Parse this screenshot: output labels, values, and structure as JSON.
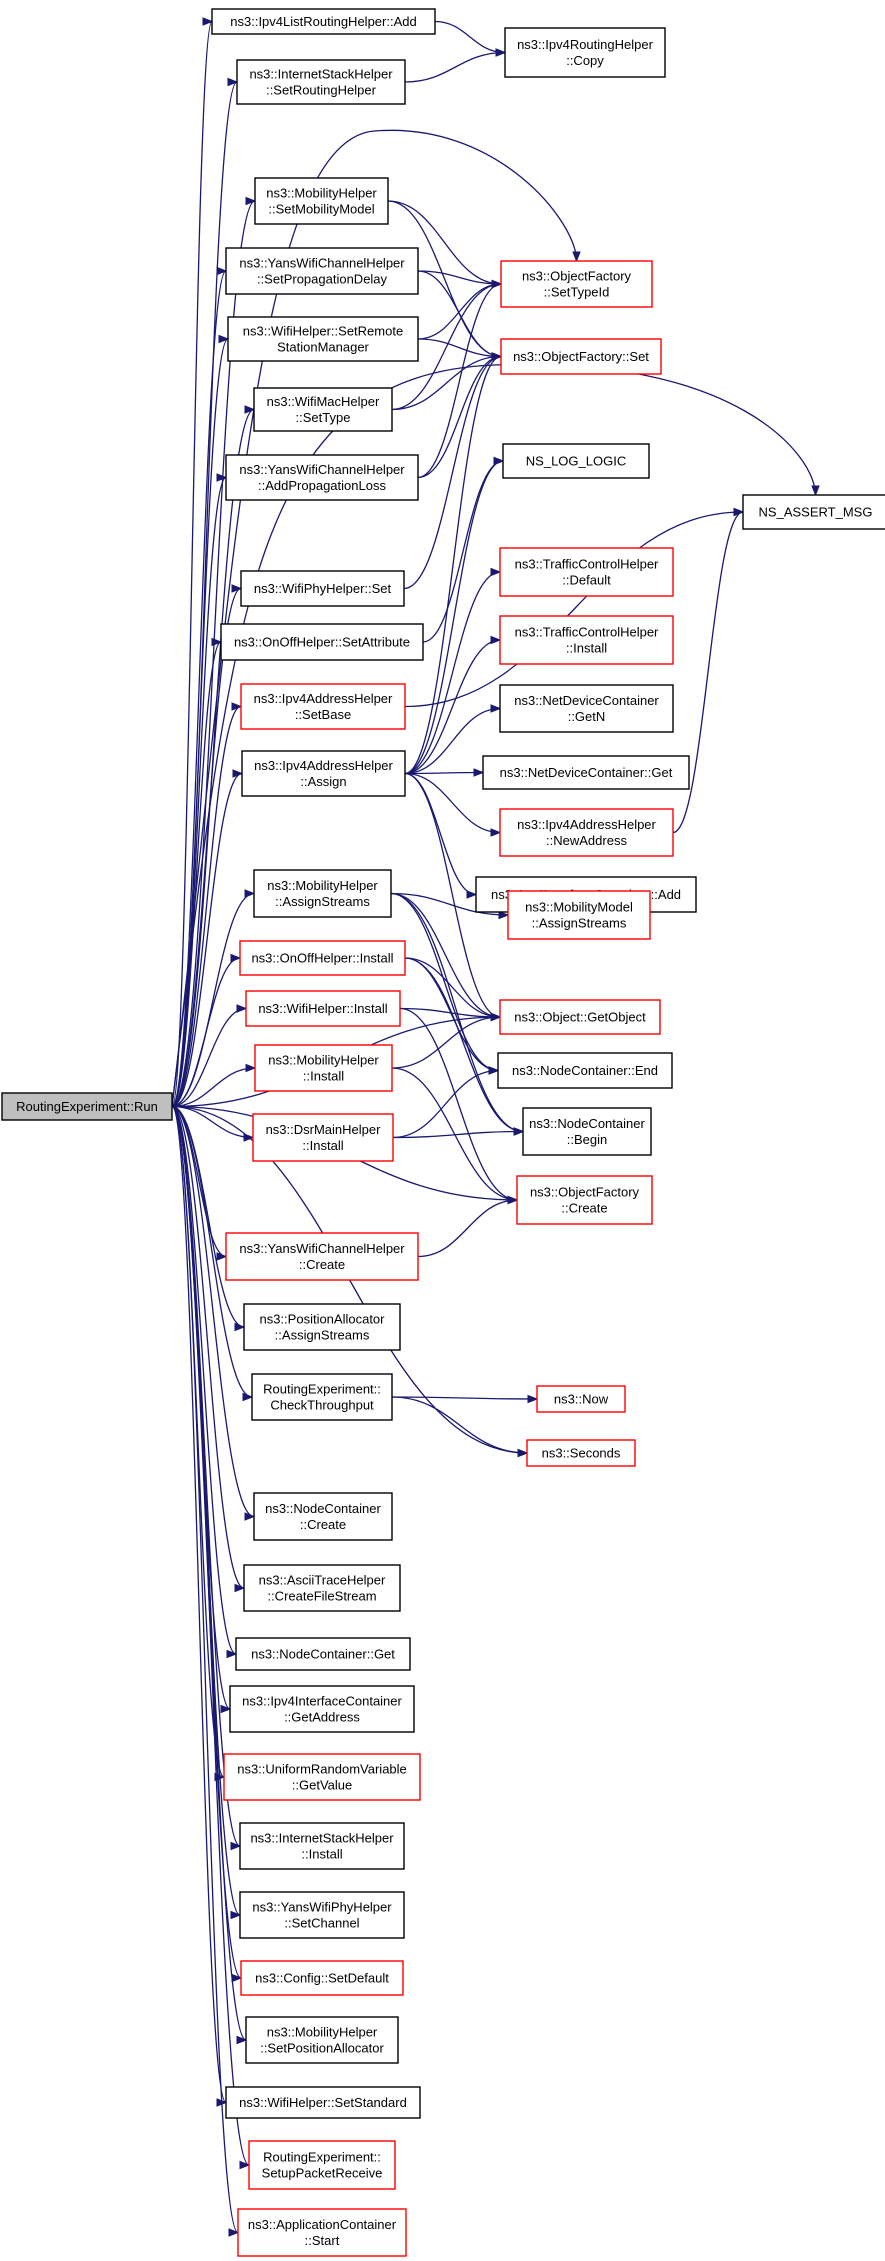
{
  "graph": {
    "colors": {
      "edge": "#191970",
      "default_border": "#000000",
      "red_border": "#ff0000",
      "root_fill": "#bfbfbf"
    },
    "nodes": [
      {
        "id": "run",
        "lines": [
          "RoutingExperiment::Run"
        ],
        "border": "root"
      },
      {
        "id": "ipv4list_add",
        "lines": [
          "ns3::Ipv4ListRoutingHelper::Add"
        ],
        "border": "black"
      },
      {
        "id": "ipv4routing_copy",
        "lines": [
          "ns3::Ipv4RoutingHelper",
          "::Copy"
        ],
        "border": "black"
      },
      {
        "id": "internetstack_setrouting",
        "lines": [
          "ns3::InternetStackHelper",
          "::SetRoutingHelper"
        ],
        "border": "black"
      },
      {
        "id": "mobility_setmodel",
        "lines": [
          "ns3::MobilityHelper",
          "::SetMobilityModel"
        ],
        "border": "black"
      },
      {
        "id": "objfactory_settypeid",
        "lines": [
          "ns3::ObjectFactory",
          "::SetTypeId"
        ],
        "border": "red"
      },
      {
        "id": "yanschannel_setprop",
        "lines": [
          "ns3::YansWifiChannelHelper",
          "::SetPropagationDelay"
        ],
        "border": "black"
      },
      {
        "id": "wifi_setremote",
        "lines": [
          "ns3::WifiHelper::SetRemote",
          "StationManager"
        ],
        "border": "black"
      },
      {
        "id": "objfactory_set",
        "lines": [
          "ns3::ObjectFactory::Set"
        ],
        "border": "red"
      },
      {
        "id": "wifimac_settype",
        "lines": [
          "ns3::WifiMacHelper",
          "::SetType"
        ],
        "border": "black"
      },
      {
        "id": "yanschannel_addloss",
        "lines": [
          "ns3::YansWifiChannelHelper",
          "::AddPropagationLoss"
        ],
        "border": "black"
      },
      {
        "id": "ns_log_logic",
        "lines": [
          "NS_LOG_LOGIC"
        ],
        "border": "black"
      },
      {
        "id": "ns_assert_msg",
        "lines": [
          "NS_ASSERT_MSG"
        ],
        "border": "black"
      },
      {
        "id": "wifiphy_set",
        "lines": [
          "ns3::WifiPhyHelper::Set"
        ],
        "border": "black"
      },
      {
        "id": "tch_default",
        "lines": [
          "ns3::TrafficControlHelper",
          "::Default"
        ],
        "border": "red"
      },
      {
        "id": "onoff_setattr",
        "lines": [
          "ns3::OnOffHelper::SetAttribute"
        ],
        "border": "black"
      },
      {
        "id": "tch_install",
        "lines": [
          "ns3::TrafficControlHelper",
          "::Install"
        ],
        "border": "red"
      },
      {
        "id": "ipv4addr_setbase",
        "lines": [
          "ns3::Ipv4AddressHelper",
          "::SetBase"
        ],
        "border": "red"
      },
      {
        "id": "netdev_getn",
        "lines": [
          "ns3::NetDeviceContainer",
          "::GetN"
        ],
        "border": "black"
      },
      {
        "id": "ipv4addr_assign",
        "lines": [
          "ns3::Ipv4AddressHelper",
          "::Assign"
        ],
        "border": "black"
      },
      {
        "id": "netdev_get",
        "lines": [
          "ns3::NetDeviceContainer::Get"
        ],
        "border": "black"
      },
      {
        "id": "ipv4addr_newaddr",
        "lines": [
          "ns3::Ipv4AddressHelper",
          "::NewAddress"
        ],
        "border": "red"
      },
      {
        "id": "ipv4if_add",
        "lines": [
          "ns3::Ipv4InterfaceContainer::Add"
        ],
        "border": "black"
      },
      {
        "id": "mobility_assignstreams",
        "lines": [
          "ns3::MobilityHelper",
          "::AssignStreams"
        ],
        "border": "black"
      },
      {
        "id": "mobmodel_assignstreams",
        "lines": [
          "ns3::MobilityModel",
          "::AssignStreams"
        ],
        "border": "red"
      },
      {
        "id": "onoff_install",
        "lines": [
          "ns3::OnOffHelper::Install"
        ],
        "border": "red"
      },
      {
        "id": "object_getobject",
        "lines": [
          "ns3::Object::GetObject"
        ],
        "border": "red"
      },
      {
        "id": "wifi_install",
        "lines": [
          "ns3::WifiHelper::Install"
        ],
        "border": "red"
      },
      {
        "id": "nodecont_end",
        "lines": [
          "ns3::NodeContainer::End"
        ],
        "border": "black"
      },
      {
        "id": "mobility_install",
        "lines": [
          "ns3::MobilityHelper",
          "::Install"
        ],
        "border": "red"
      },
      {
        "id": "nodecont_begin",
        "lines": [
          "ns3::NodeContainer",
          "::Begin"
        ],
        "border": "black"
      },
      {
        "id": "dsr_install",
        "lines": [
          "ns3::DsrMainHelper",
          "::Install"
        ],
        "border": "red"
      },
      {
        "id": "objfactory_create",
        "lines": [
          "ns3::ObjectFactory",
          "::Create"
        ],
        "border": "red"
      },
      {
        "id": "yanschannel_create",
        "lines": [
          "ns3::YansWifiChannelHelper",
          "::Create"
        ],
        "border": "red"
      },
      {
        "id": "posalloc_assignstreams",
        "lines": [
          "ns3::PositionAllocator",
          "::AssignStreams"
        ],
        "border": "black"
      },
      {
        "id": "checkthroughput",
        "lines": [
          "RoutingExperiment::",
          "CheckThroughput"
        ],
        "border": "black"
      },
      {
        "id": "now",
        "lines": [
          "ns3::Now"
        ],
        "border": "red"
      },
      {
        "id": "seconds",
        "lines": [
          "ns3::Seconds"
        ],
        "border": "red"
      },
      {
        "id": "nodecont_create",
        "lines": [
          "ns3::NodeContainer",
          "::Create"
        ],
        "border": "black"
      },
      {
        "id": "ascii_createfile",
        "lines": [
          "ns3::AsciiTraceHelper",
          "::CreateFileStream"
        ],
        "border": "black"
      },
      {
        "id": "nodecont_get",
        "lines": [
          "ns3::NodeContainer::Get"
        ],
        "border": "black"
      },
      {
        "id": "ipv4if_getaddr",
        "lines": [
          "ns3::Ipv4InterfaceContainer",
          "::GetAddress"
        ],
        "border": "black"
      },
      {
        "id": "urv_getvalue",
        "lines": [
          "ns3::UniformRandomVariable",
          "::GetValue"
        ],
        "border": "red"
      },
      {
        "id": "internetstack_install",
        "lines": [
          "ns3::InternetStackHelper",
          "::Install"
        ],
        "border": "black"
      },
      {
        "id": "yansphy_setchannel",
        "lines": [
          "ns3::YansWifiPhyHelper",
          "::SetChannel"
        ],
        "border": "black"
      },
      {
        "id": "config_setdefault",
        "lines": [
          "ns3::Config::SetDefault"
        ],
        "border": "red"
      },
      {
        "id": "mobility_setposalloc",
        "lines": [
          "ns3::MobilityHelper",
          "::SetPositionAllocator"
        ],
        "border": "black"
      },
      {
        "id": "wifi_setstandard",
        "lines": [
          "ns3::WifiHelper::SetStandard"
        ],
        "border": "black"
      },
      {
        "id": "setup_packetreceive",
        "lines": [
          "RoutingExperiment::",
          "SetupPacketReceive"
        ],
        "border": "red"
      },
      {
        "id": "appcont_start",
        "lines": [
          "ns3::ApplicationContainer",
          "::Start"
        ],
        "border": "red"
      }
    ],
    "edges": [
      [
        "run",
        "ipv4list_add"
      ],
      [
        "run",
        "internetstack_setrouting"
      ],
      [
        "run",
        "objfactory_settypeid"
      ],
      [
        "run",
        "mobility_setmodel"
      ],
      [
        "run",
        "yanschannel_setprop"
      ],
      [
        "run",
        "wifi_setremote"
      ],
      [
        "run",
        "wifimac_settype"
      ],
      [
        "run",
        "yanschannel_addloss"
      ],
      [
        "run",
        "ns_assert_msg"
      ],
      [
        "run",
        "wifiphy_set"
      ],
      [
        "run",
        "onoff_setattr"
      ],
      [
        "run",
        "ipv4addr_setbase"
      ],
      [
        "run",
        "ipv4addr_assign"
      ],
      [
        "run",
        "object_getobject"
      ],
      [
        "run",
        "mobility_assignstreams"
      ],
      [
        "run",
        "onoff_install"
      ],
      [
        "run",
        "wifi_install"
      ],
      [
        "run",
        "mobility_install"
      ],
      [
        "run",
        "dsr_install"
      ],
      [
        "run",
        "objfactory_create"
      ],
      [
        "run",
        "yanschannel_create"
      ],
      [
        "run",
        "posalloc_assignstreams"
      ],
      [
        "run",
        "checkthroughput"
      ],
      [
        "run",
        "seconds"
      ],
      [
        "run",
        "nodecont_create"
      ],
      [
        "run",
        "ascii_createfile"
      ],
      [
        "run",
        "nodecont_get"
      ],
      [
        "run",
        "ipv4if_getaddr"
      ],
      [
        "run",
        "urv_getvalue"
      ],
      [
        "run",
        "internetstack_install"
      ],
      [
        "run",
        "yansphy_setchannel"
      ],
      [
        "run",
        "config_setdefault"
      ],
      [
        "run",
        "mobility_setposalloc"
      ],
      [
        "run",
        "wifi_setstandard"
      ],
      [
        "run",
        "setup_packetreceive"
      ],
      [
        "run",
        "appcont_start"
      ],
      [
        "ipv4list_add",
        "ipv4routing_copy"
      ],
      [
        "internetstack_setrouting",
        "ipv4routing_copy"
      ],
      [
        "mobility_setmodel",
        "objfactory_settypeid"
      ],
      [
        "mobility_setmodel",
        "objfactory_set"
      ],
      [
        "yanschannel_setprop",
        "objfactory_settypeid"
      ],
      [
        "yanschannel_setprop",
        "objfactory_set"
      ],
      [
        "wifi_setremote",
        "objfactory_settypeid"
      ],
      [
        "wifi_setremote",
        "objfactory_set"
      ],
      [
        "wifimac_settype",
        "objfactory_settypeid"
      ],
      [
        "wifimac_settype",
        "objfactory_set"
      ],
      [
        "yanschannel_addloss",
        "objfactory_settypeid"
      ],
      [
        "yanschannel_addloss",
        "objfactory_set"
      ],
      [
        "wifiphy_set",
        "objfactory_set"
      ],
      [
        "onoff_setattr",
        "ns_log_logic"
      ],
      [
        "ipv4addr_setbase",
        "ns_assert_msg"
      ],
      [
        "ipv4addr_assign",
        "ns_log_logic"
      ],
      [
        "ipv4addr_assign",
        "objfactory_set"
      ],
      [
        "ipv4addr_assign",
        "tch_default"
      ],
      [
        "ipv4addr_assign",
        "tch_install"
      ],
      [
        "ipv4addr_assign",
        "netdev_getn"
      ],
      [
        "ipv4addr_assign",
        "netdev_get"
      ],
      [
        "ipv4addr_assign",
        "ipv4addr_newaddr"
      ],
      [
        "ipv4addr_assign",
        "ipv4if_add"
      ],
      [
        "ipv4addr_assign",
        "object_getobject"
      ],
      [
        "ipv4addr_newaddr",
        "ns_assert_msg"
      ],
      [
        "mobility_assignstreams",
        "mobmodel_assignstreams"
      ],
      [
        "mobility_assignstreams",
        "object_getobject"
      ],
      [
        "mobility_assignstreams",
        "nodecont_end"
      ],
      [
        "mobility_assignstreams",
        "nodecont_begin"
      ],
      [
        "onoff_install",
        "object_getobject"
      ],
      [
        "onoff_install",
        "nodecont_end"
      ],
      [
        "onoff_install",
        "nodecont_begin"
      ],
      [
        "wifi_install",
        "object_getobject"
      ],
      [
        "wifi_install",
        "objfactory_create"
      ],
      [
        "mobility_install",
        "object_getobject"
      ],
      [
        "mobility_install",
        "objfactory_create"
      ],
      [
        "dsr_install",
        "nodecont_end"
      ],
      [
        "dsr_install",
        "nodecont_begin"
      ],
      [
        "yanschannel_create",
        "objfactory_create"
      ],
      [
        "checkthroughput",
        "now"
      ],
      [
        "checkthroughput",
        "seconds"
      ]
    ]
  }
}
